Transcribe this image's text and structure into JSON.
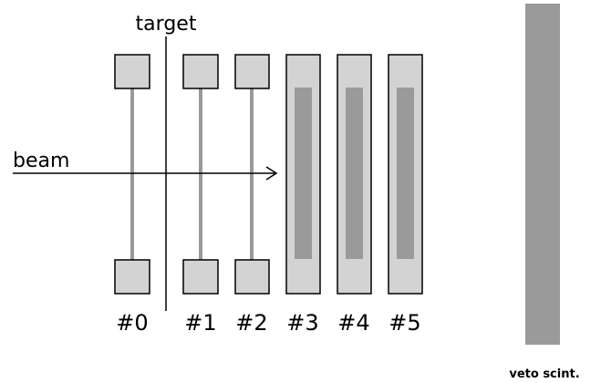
{
  "labels": {
    "target": "target",
    "beam": "beam",
    "veto": "veto scint."
  },
  "detectors": [
    {
      "id": "#0",
      "kind": "wire"
    },
    {
      "id": "#1",
      "kind": "wire"
    },
    {
      "id": "#2",
      "kind": "wire"
    },
    {
      "id": "#3",
      "kind": "strip"
    },
    {
      "id": "#4",
      "kind": "strip"
    },
    {
      "id": "#5",
      "kind": "strip"
    }
  ],
  "colors": {
    "box_fill": "#d3d3d3",
    "wire": "#9a9a9a",
    "strip_inner": "#9a9a9a",
    "veto_fill": "#9a9a9a",
    "stroke": "#000000"
  }
}
